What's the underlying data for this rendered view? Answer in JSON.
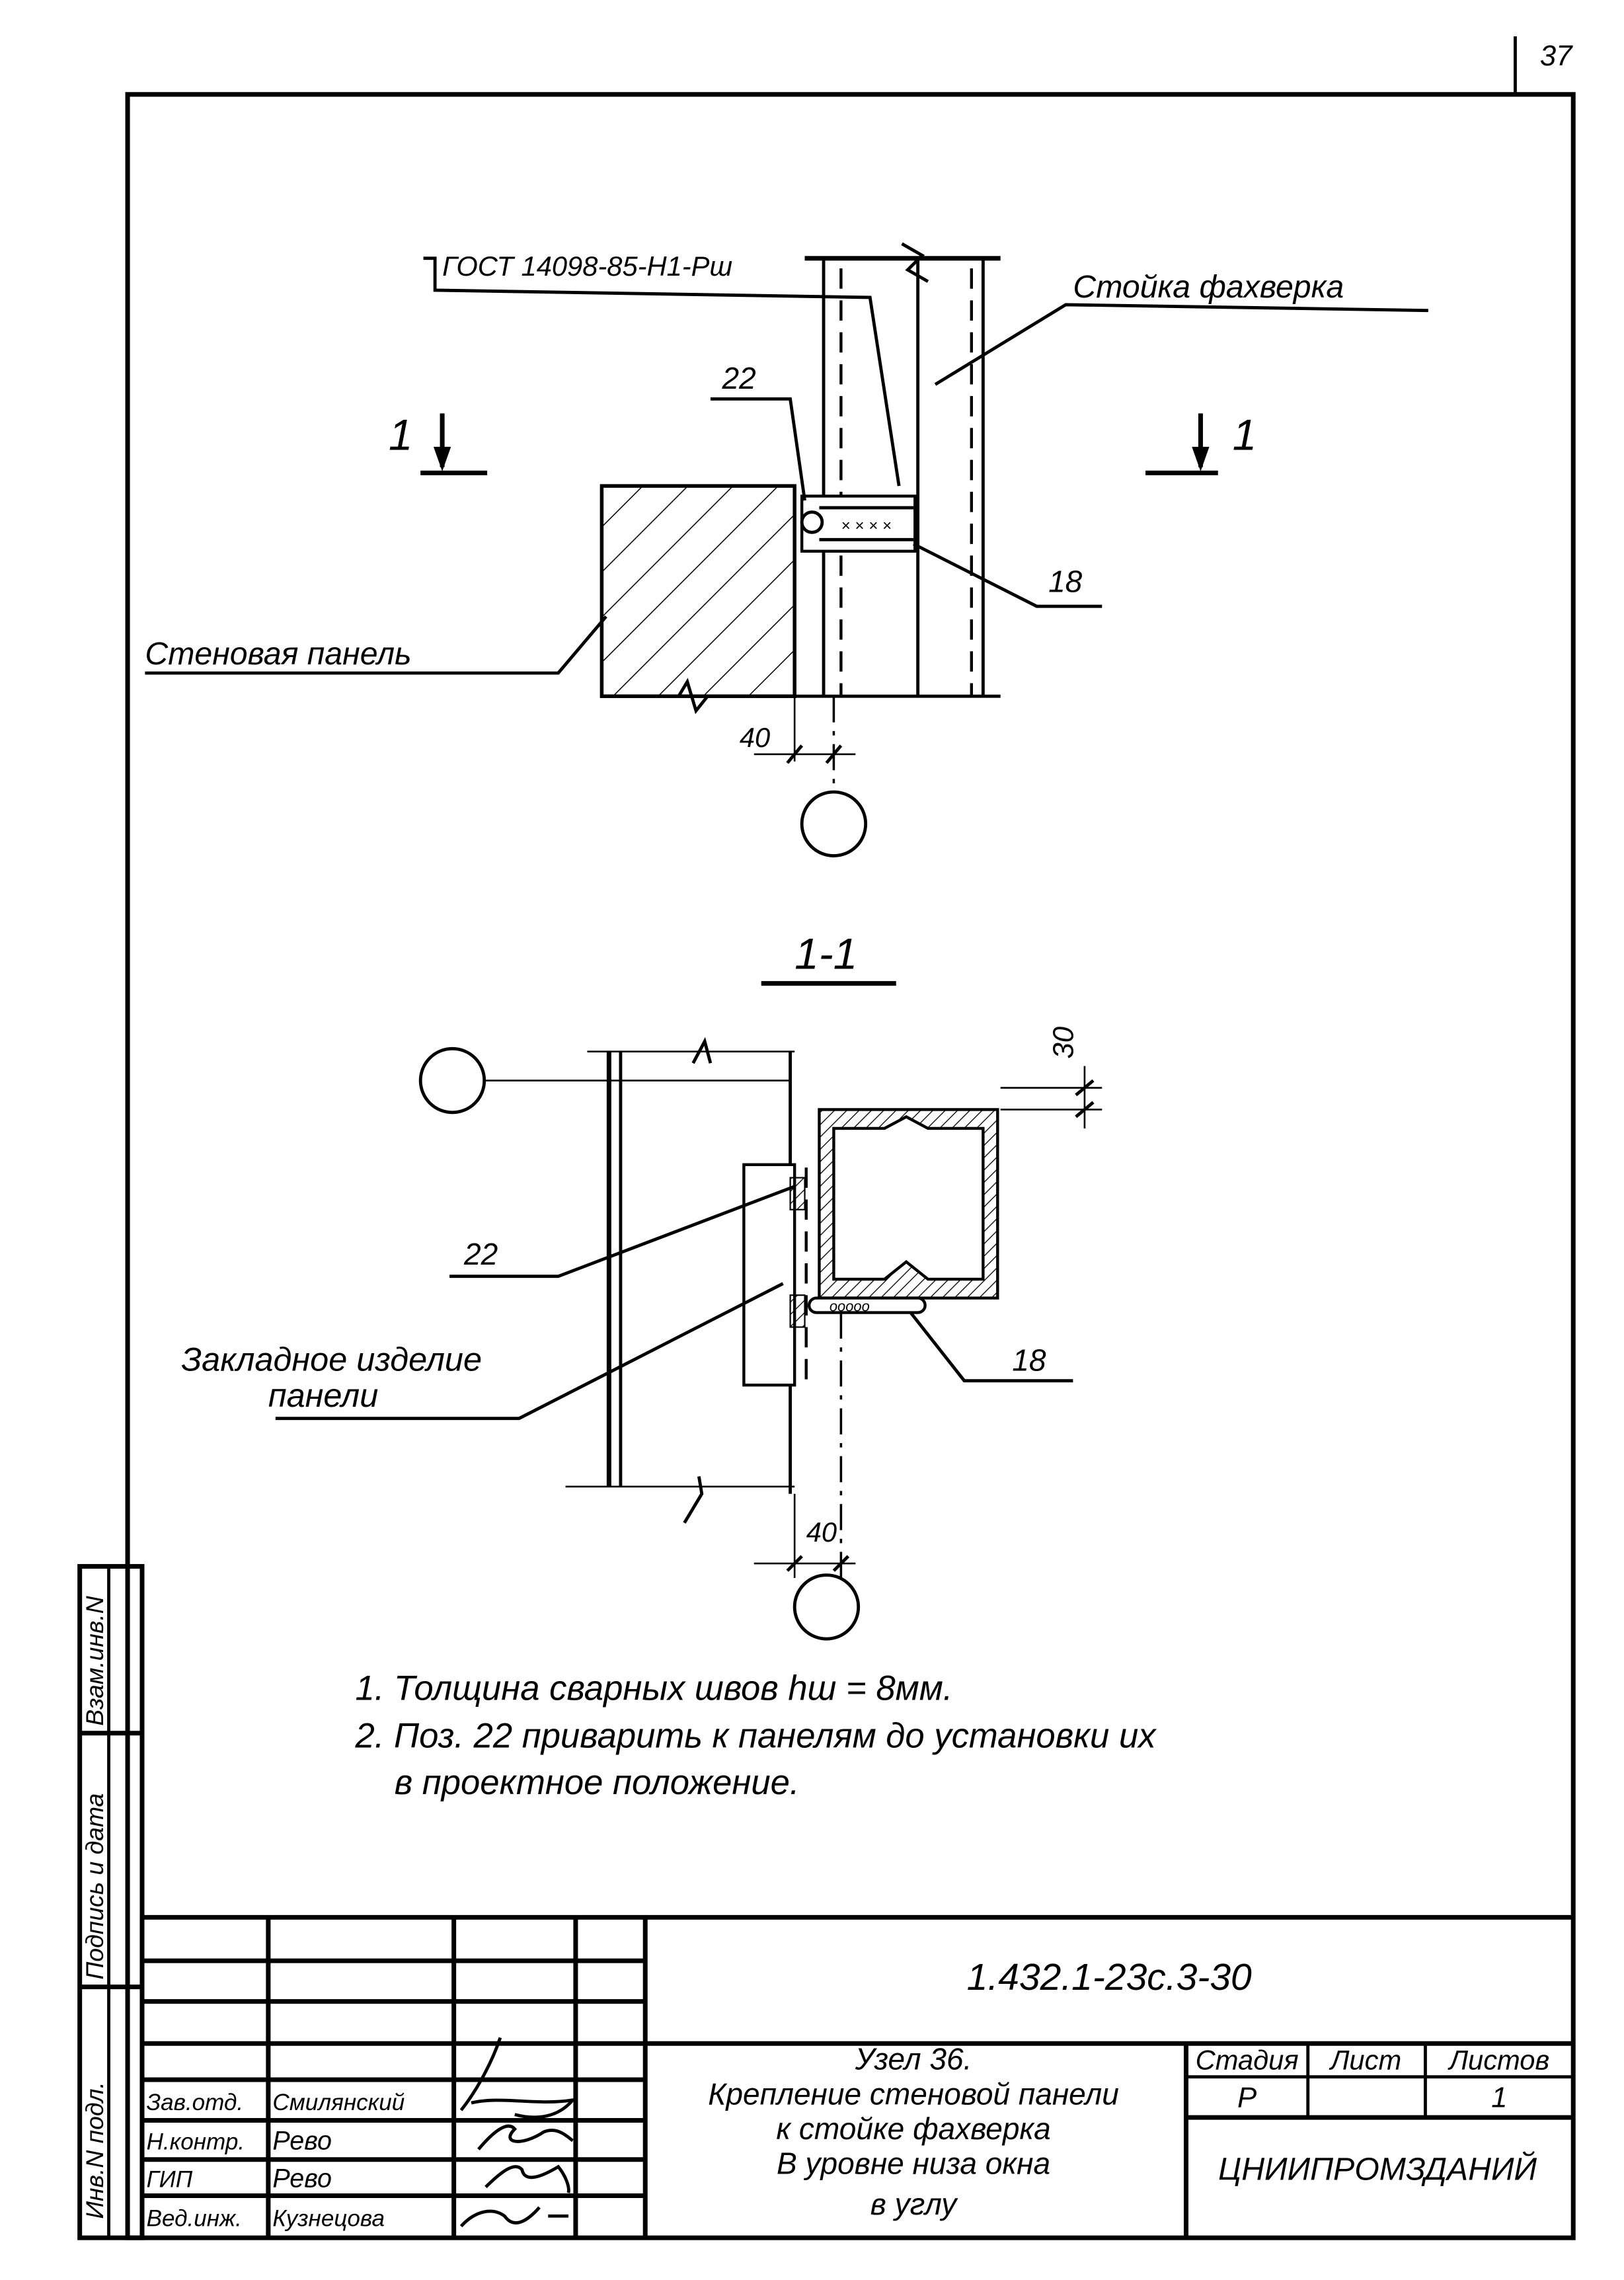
{
  "page_number": "37",
  "top_view": {
    "gost_label": "ГОСТ 14098-85-Н1-Рш",
    "column_label": "Стойка фахверка",
    "wall_panel_label": "Стеновая панель",
    "pos_22": "22",
    "pos_18": "18",
    "section_mark": "1",
    "dim_40": "40"
  },
  "section_view": {
    "title": "1-1",
    "dim_30": "30",
    "dim_40": "40",
    "pos_22": "22",
    "pos_18": "18",
    "embedded_label_line1": "Закладное изделие",
    "embedded_label_line2": "панели"
  },
  "notes": [
    "1. Толщина сварных швов  hш = 8мм.",
    "2. Поз. 22 приварить к панелям до установки их",
    "в проектное положение."
  ],
  "side_stamp": [
    "Взам.инв.N",
    "Подпись и дата",
    "Инв.N подл."
  ],
  "title_block": {
    "doc_code": "1.432.1-23с.3-30",
    "title_lines": [
      "Узел 36.",
      "Крепление стеновой панели",
      "к стойке фахверка",
      "В уровне низа окна",
      "в углу"
    ],
    "headers": {
      "stage": "Стадия",
      "sheet": "Лист",
      "sheets": "Листов"
    },
    "stage": "Р",
    "sheet": "",
    "sheets": "1",
    "organization": "ЦНИИПРОМЗДАНИЙ",
    "signers": [
      {
        "role": "Зав.отд.",
        "name": "Смилянский"
      },
      {
        "role": "Н.контр.",
        "name": "Рево"
      },
      {
        "role": "ГИП",
        "name": "Рево"
      },
      {
        "role": "Вед.инж.",
        "name": "Кузнецова"
      }
    ]
  }
}
